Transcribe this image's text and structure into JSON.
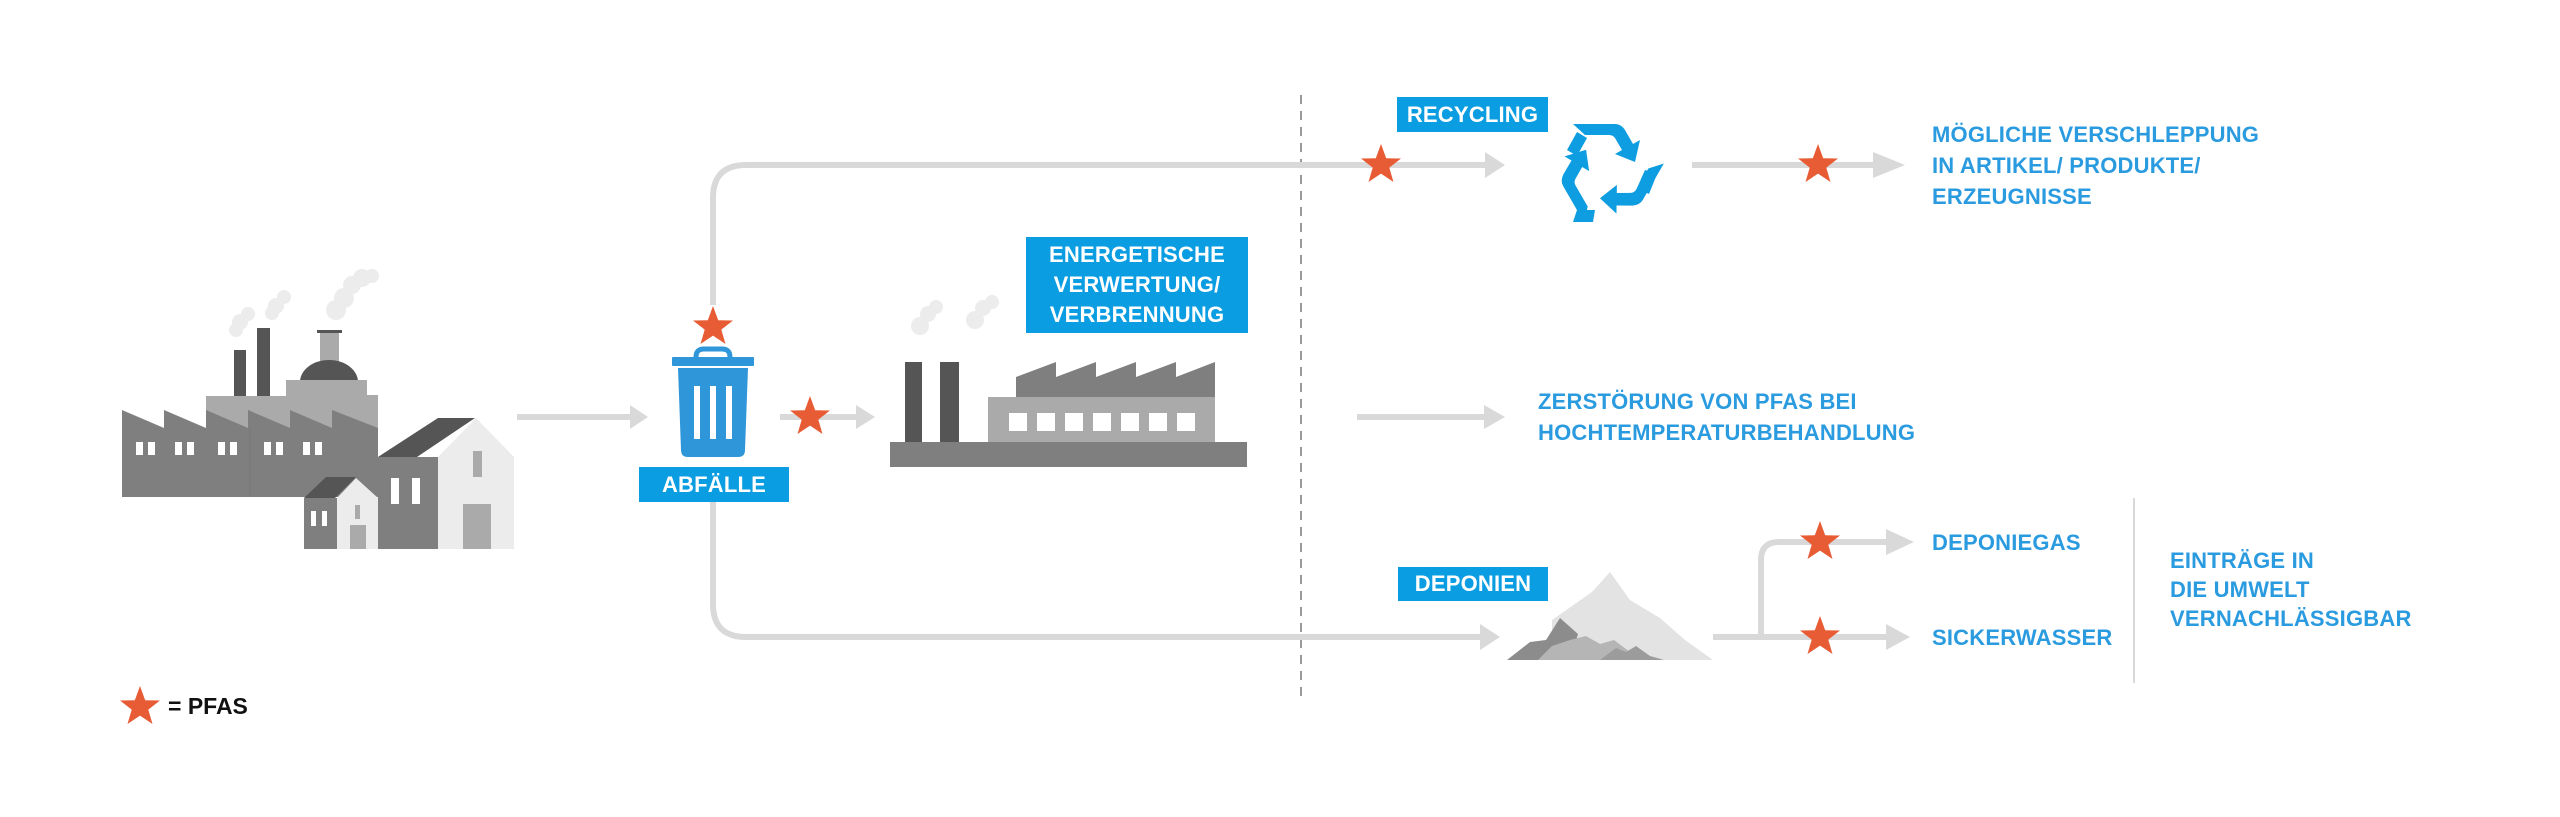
{
  "colors": {
    "accent_blue": "#0b9de2",
    "text_blue": "#2b9be0",
    "pfas_star": "#e85c35",
    "flow_gray": "#d9d9d9",
    "divider_gray": "#9a9a9a"
  },
  "source": {
    "icon": "factory-and-houses-icon"
  },
  "waste": {
    "label": "ABFÄLLE",
    "icon": "trash-bin-icon"
  },
  "incineration": {
    "label_lines": [
      "ENERGETISCHE",
      "VERWERTUNG/",
      "VERBRENNUNG"
    ],
    "icon": "incineration-plant-icon",
    "outcome_lines": [
      "ZERSTÖRUNG VON PFAS BEI",
      "HOCHTEMPERATURBEHANDLUNG"
    ]
  },
  "recycling": {
    "label": "RECYCLING",
    "icon": "recycle-icon",
    "outcome_lines": [
      "MÖGLICHE VERSCHLEPPUNG",
      "IN ARTIKEL/ PRODUKTE/",
      "ERZEUGNISSE"
    ]
  },
  "landfill": {
    "label": "DEPONIEN",
    "icon": "landfill-mountain-icon",
    "outputs": [
      {
        "label": "DEPONIEGAS"
      },
      {
        "label": "SICKERWASSER"
      }
    ],
    "conclusion_lines": [
      "EINTRÄGE IN",
      "DIE UMWELT",
      "VERNACHLÄSSIGBAR"
    ]
  },
  "legend": {
    "symbol": "star-icon",
    "text": "= PFAS"
  }
}
